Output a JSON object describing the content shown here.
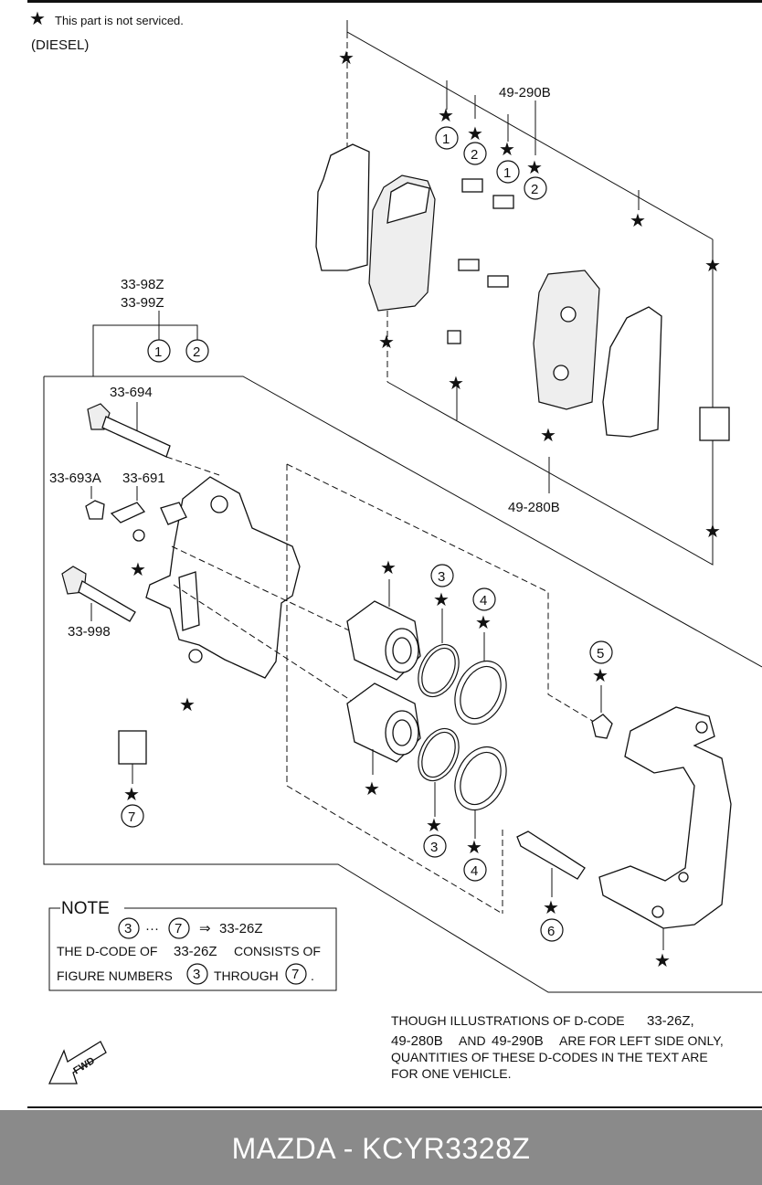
{
  "header": {
    "legend_star": "★",
    "legend_text": "This part is not serviced.",
    "variant": "(DIESEL)"
  },
  "callouts": {
    "c_49_290b": "49-290B",
    "c_33_98z": "33-98Z",
    "c_33_99z": "33-99Z",
    "c_33_694": "33-694",
    "c_33_693a": "33-693A",
    "c_33_691": "33-691",
    "c_33_998": "33-998",
    "c_49_280b": "49-280B"
  },
  "circle_numbers": [
    "1",
    "2",
    "3",
    "4",
    "5",
    "6",
    "7"
  ],
  "note": {
    "title": "NOTE",
    "line1_from": "3",
    "line1_dots": "···",
    "line1_to": "7",
    "line1_arrow": "⇒",
    "line1_code": "33-26Z",
    "line2_a": "THE D-CODE OF",
    "line2_code": "33-26Z",
    "line2_b": "CONSISTS OF",
    "line3_a": "FIGURE NUMBERS",
    "line3_from": "3",
    "line3_b": "THROUGH",
    "line3_to": "7",
    "line3_end": "."
  },
  "bottom_note": {
    "line1_a": "THOUGH ILLUSTRATIONS OF D-CODE",
    "line1_b": "33-26Z,",
    "line2_a": "49-280B",
    "line2_b": "AND",
    "line2_c": "49-290B",
    "line2_d": "ARE FOR LEFT SIDE ONLY,",
    "line3": "QUANTITIES OF THESE D-CODES IN THE TEXT ARE",
    "line4": "FOR ONE VEHICLE."
  },
  "fwd_label": "FWD",
  "footer": {
    "title": "MAZDA - KCYR3328Z",
    "bg_color": "#8a8a8a"
  }
}
